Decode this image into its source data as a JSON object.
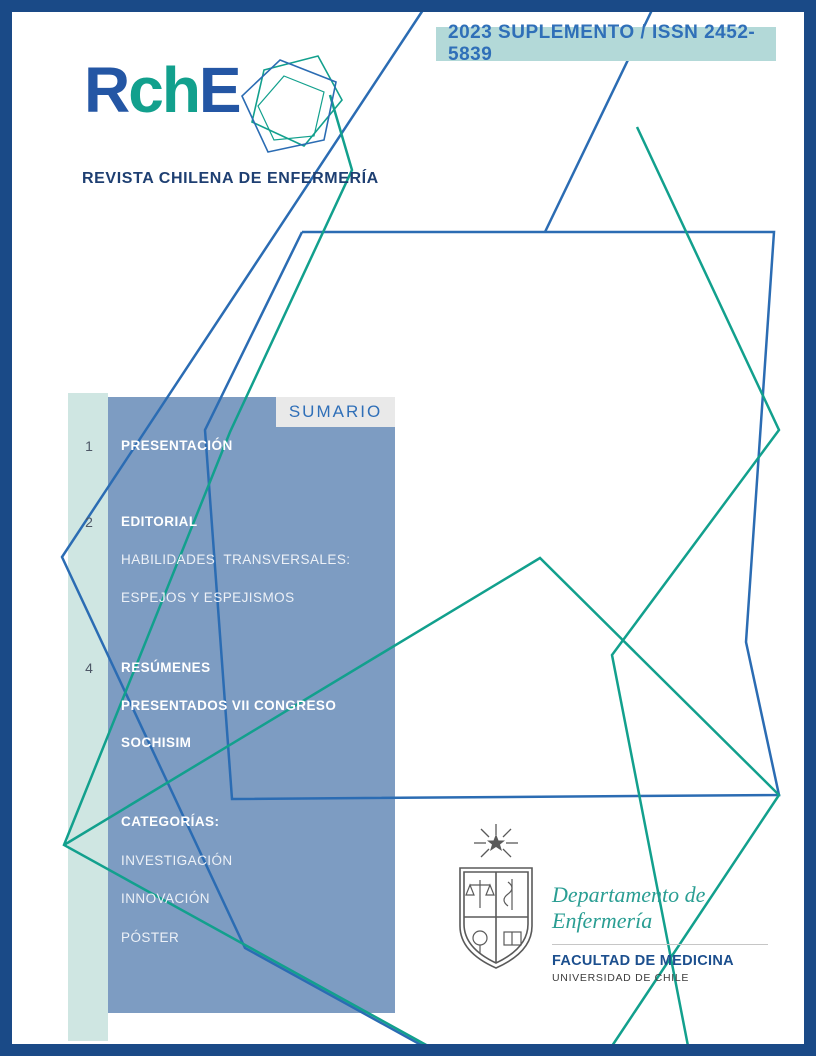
{
  "banner": {
    "text": "2023 SUPLEMENTO / ISSN 2452-5839"
  },
  "logo": {
    "acronym_r": "R",
    "acronym_ch": "ch",
    "acronym_e": "E",
    "journal_name": "REVISTA CHILENA DE ENFERMERÍA"
  },
  "sumario": {
    "header": "SUMARIO",
    "rows": [
      {
        "num": "1",
        "text": "PRESENTACIÓN"
      },
      {
        "num": "2",
        "text": "EDITORIAL"
      },
      {
        "num": "",
        "text": "HABILIDADES  TRANSVERSALES:"
      },
      {
        "num": "",
        "text": "ESPEJOS Y ESPEJISMOS"
      },
      {
        "num": "4",
        "text": "RESÚMENES"
      },
      {
        "num": "",
        "text": "PRESENTADOS VII CONGRESO"
      },
      {
        "num": "",
        "text": "SOCHISIM"
      },
      {
        "num": "",
        "text": "CATEGORÍAS:"
      },
      {
        "num": "",
        "text": "INVESTIGACIÓN"
      },
      {
        "num": "",
        "text": "INNOVACIÓN"
      },
      {
        "num": "",
        "text": "PÓSTER"
      }
    ]
  },
  "footer": {
    "department": "Departamento de Enfermería",
    "faculty": "FACULTAD DE MEDICINA",
    "university": "UNIVERSIDAD DE CHILE"
  },
  "colors": {
    "border_navy": "#1a4a87",
    "accent_blue": "#2b6cb3",
    "accent_teal": "#12a08d",
    "panel_blue": "#7d9cc2",
    "stripe_teal": "#cfe6e2",
    "banner_teal": "#b3d9d8"
  }
}
